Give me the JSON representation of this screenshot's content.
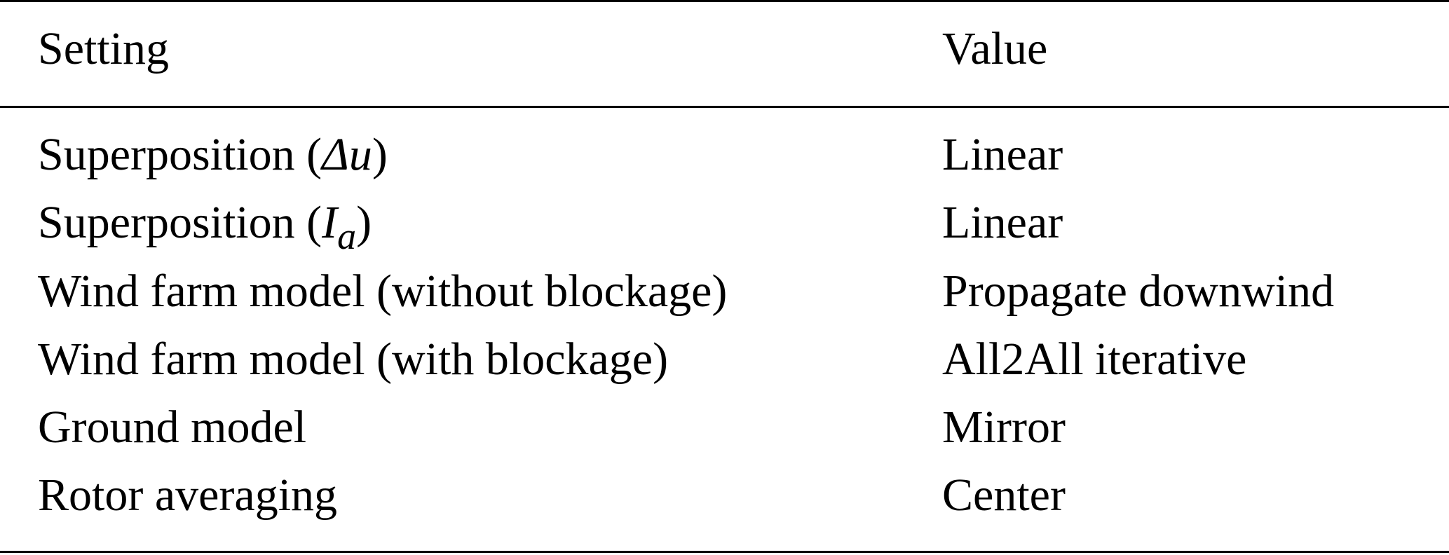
{
  "table": {
    "headers": {
      "setting": "Setting",
      "value": "Value"
    },
    "rows": [
      {
        "setting_prefix": "Superposition (",
        "setting_math": "Δu",
        "setting_sub": "",
        "setting_suffix": ")",
        "value": "Linear"
      },
      {
        "setting_prefix": "Superposition (",
        "setting_math": "I",
        "setting_sub": "a",
        "setting_suffix": ")",
        "value": "Linear"
      },
      {
        "setting_prefix": "Wind farm model (without blockage)",
        "setting_math": "",
        "setting_sub": "",
        "setting_suffix": "",
        "value": "Propagate downwind"
      },
      {
        "setting_prefix": "Wind farm model (with blockage)",
        "setting_math": "",
        "setting_sub": "",
        "setting_suffix": "",
        "value": "All2All iterative"
      },
      {
        "setting_prefix": "Ground model",
        "setting_math": "",
        "setting_sub": "",
        "setting_suffix": "",
        "value": "Mirror"
      },
      {
        "setting_prefix": "Rotor averaging",
        "setting_math": "",
        "setting_sub": "",
        "setting_suffix": "",
        "value": "Center"
      }
    ]
  }
}
